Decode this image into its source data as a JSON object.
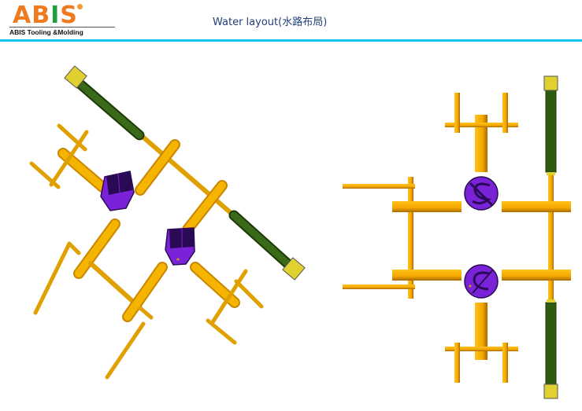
{
  "header": {
    "logo": {
      "mark": "ABIS",
      "mark_parts": [
        "AB",
        "I",
        "S"
      ],
      "tagline": "ABIS Tooling &Molding"
    },
    "title": "Water layout(水路布局)",
    "accent_color": "#14c6ee"
  },
  "colors": {
    "pipe": "#f5b400",
    "pipe_dark": "#c98600",
    "hose": "#2f5a12",
    "hose_dark": "#1c3a08",
    "connector": "#d8cc2a",
    "baffle": "#7a22d8",
    "baffle_dark": "#2a0a55"
  },
  "views": [
    {
      "name": "isometric-view",
      "description": "Rotated 3D view of water channel layout"
    },
    {
      "name": "top-view",
      "description": "Orthographic top view of water channel layout"
    }
  ]
}
